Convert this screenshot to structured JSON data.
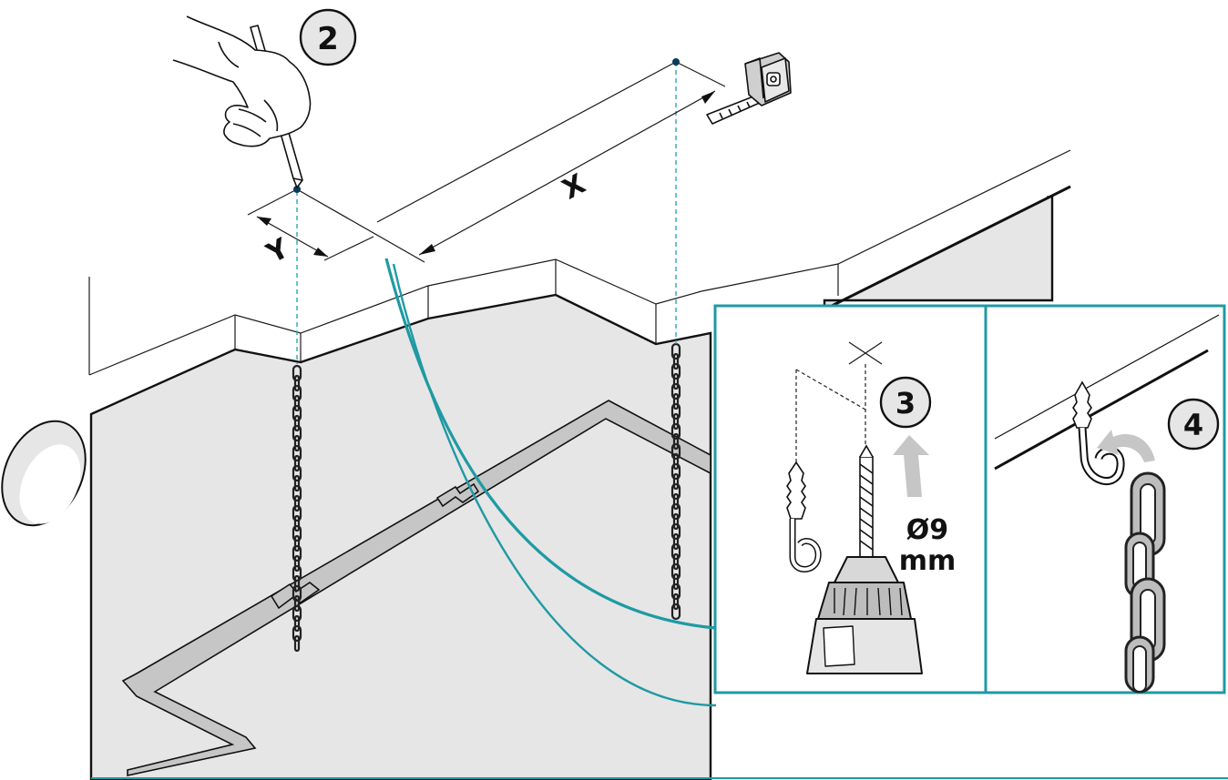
{
  "steps": {
    "step2": "2",
    "step3": "3",
    "step4": "4"
  },
  "dimensions": {
    "x_label": "X",
    "y_label": "Y"
  },
  "drill": {
    "diameter": "Ø9",
    "unit": "mm"
  },
  "colors": {
    "accent": "#1f9aa3",
    "dash": "#2aa7b0",
    "panel_fill": "#e6e6e6",
    "bracket_fill": "#c6c6c6"
  },
  "icons": [
    "hand-pencil-icon",
    "tape-measure-icon",
    "drill-icon",
    "wall-plug-icon",
    "screw-hook-icon",
    "chain-icon",
    "up-arrow-icon",
    "curved-arrow-icon"
  ]
}
